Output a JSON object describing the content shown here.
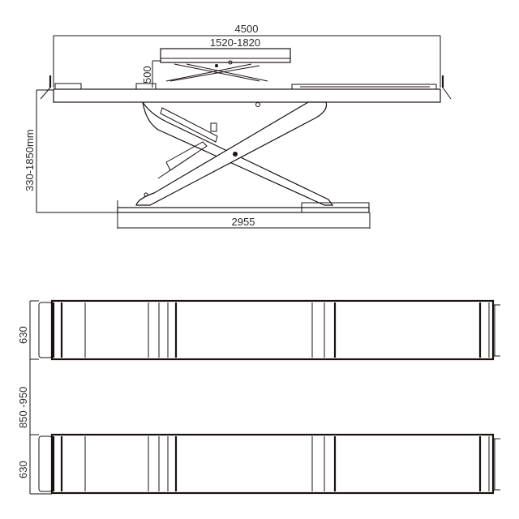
{
  "side_view": {
    "overall_length": "4500",
    "secondary_lift_length": "1520-1820",
    "secondary_lift_height": "500",
    "lift_height_range": "330-1850mm",
    "base_length": "2955"
  },
  "top_view": {
    "platform_width_top": "630",
    "platform_spacing": "850 -950",
    "platform_width_bottom": "630"
  },
  "colors": {
    "line": "#1a1010",
    "background": "#ffffff"
  }
}
